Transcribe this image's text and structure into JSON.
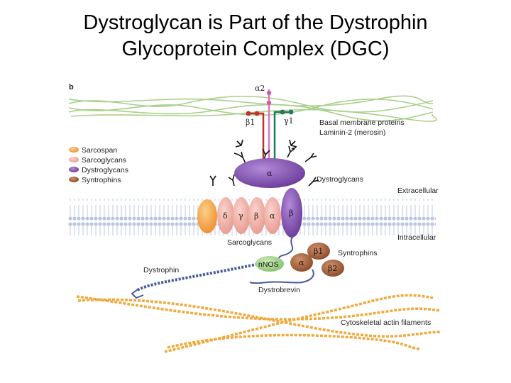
{
  "title": {
    "line1": "Dystroglycan is Part of the Dystrophin",
    "line2": "Glycoprotein Complex (DGC)"
  },
  "figure": {
    "panel_letter": "b",
    "legend": [
      {
        "label": "Sarcospan",
        "color": "#f4a95a"
      },
      {
        "label": "Sarcoglycans",
        "color": "#f3b6ae"
      },
      {
        "label": "Dystroglycans",
        "color": "#8a5ab8"
      },
      {
        "label": "Syntrophins",
        "color": "#9b5a3a"
      }
    ],
    "labels": {
      "alpha2": "α2",
      "beta1": "β1",
      "gamma1": "γ1",
      "basal_membrane_proteins": "Basal membrane proteins",
      "laminin": "Laminin-2 (merosin)",
      "alpha_dg": "α",
      "dystroglycans": "Dystroglycans",
      "extracellular": "Extracellular",
      "intracellular": "Intracellular",
      "sg_delta": "δ",
      "sg_gamma": "γ",
      "sg_beta": "β",
      "sg_alpha": "α",
      "beta_dg": "β",
      "sarcoglycans": "Sarcoglycans",
      "syn_beta1": "β1",
      "syn_alpha": "α",
      "syn_beta2": "β2",
      "syntrophins": "Syntrophins",
      "nnos": "nNOS",
      "dystrophin": "Dystrophin",
      "dystrobrevin": "Dystrobrevin",
      "actin": "Cytoskeletal actin filaments"
    },
    "colors": {
      "membrane": "#cdd6ea",
      "collagen": "#a9cf8a",
      "laminin_red": "#c0302c",
      "laminin_green": "#1e7a5a",
      "laminin_alpha2": "#d878b8",
      "dystroglycan": "#8a5ab8",
      "sarcoglycan": "#f3b6ae",
      "sarcospan": "#f4a95a",
      "syntrophin": "#9b5a3a",
      "nnos": "#9fd08a",
      "dystrophin": "#4a5a9a",
      "actin": "#f0a93a"
    }
  }
}
